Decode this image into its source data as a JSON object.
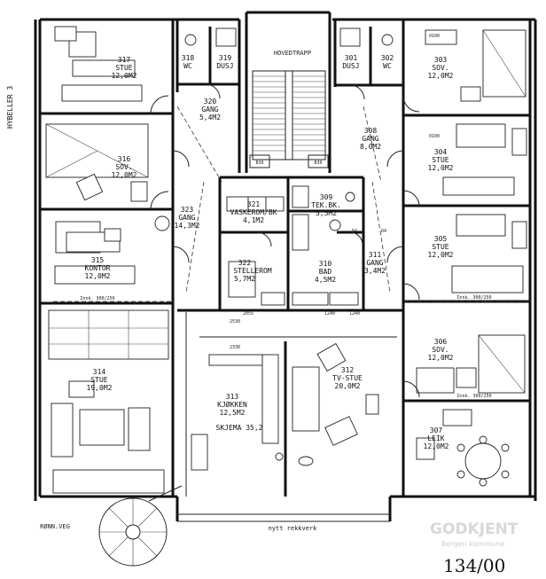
{
  "title": "HYBELLER 3",
  "stair_label": "HOVEDTRAPP",
  "street": "RØNN.VEG",
  "new_stair": "nytt rekkverk",
  "doc_number": "134/00",
  "stamp_text": "GODKJENT",
  "stamp_sub": "Bergen kommune",
  "rooms": [
    {
      "id": "317",
      "lines": [
        "317",
        "STUE",
        "12,0M2"
      ]
    },
    {
      "id": "318",
      "lines": [
        "318",
        "WC"
      ]
    },
    {
      "id": "319",
      "lines": [
        "319",
        "DUSJ"
      ]
    },
    {
      "id": "320",
      "lines": [
        "320",
        "GANG",
        "5,4M2"
      ]
    },
    {
      "id": "316",
      "lines": [
        "316",
        "SOV.",
        "12,0M2"
      ]
    },
    {
      "id": "323",
      "lines": [
        "323",
        "GANG",
        "14,3M2"
      ]
    },
    {
      "id": "321",
      "lines": [
        "321",
        "VASKEROM/BK",
        "4,1M2"
      ]
    },
    {
      "id": "322",
      "lines": [
        "322",
        "STELLEROM",
        "5,7M2"
      ]
    },
    {
      "id": "315",
      "lines": [
        "315",
        "KONTOR",
        "12,0M2"
      ]
    },
    {
      "id": "314",
      "lines": [
        "314",
        "STUE",
        "19,0M2"
      ]
    },
    {
      "id": "313",
      "lines": [
        "313",
        "KJØKKEN",
        "12,5M2"
      ]
    },
    {
      "id": "skjema",
      "lines": [
        "SKJEMA 35,2"
      ]
    },
    {
      "id": "312",
      "lines": [
        "312",
        "TV-STUE",
        "20,0M2"
      ]
    },
    {
      "id": "309",
      "lines": [
        "309",
        "TEK.BK.",
        "5,5M2"
      ]
    },
    {
      "id": "310",
      "lines": [
        "310",
        "BAD",
        "4,5M2"
      ]
    },
    {
      "id": "311",
      "lines": [
        "311",
        "GANG",
        "3,4M2"
      ]
    },
    {
      "id": "308",
      "lines": [
        "308",
        "GANG",
        "8,0M2"
      ]
    },
    {
      "id": "301",
      "lines": [
        "301",
        "DUSJ"
      ]
    },
    {
      "id": "302",
      "lines": [
        "302",
        "WC"
      ]
    },
    {
      "id": "303",
      "lines": [
        "303",
        "SOV.",
        "12,0M2"
      ]
    },
    {
      "id": "304",
      "lines": [
        "304",
        "STUE",
        "12,0M2"
      ]
    },
    {
      "id": "305",
      "lines": [
        "305",
        "STUE",
        "12,0M2"
      ]
    },
    {
      "id": "306",
      "lines": [
        "306",
        "SOV.",
        "12,0M2"
      ]
    },
    {
      "id": "307",
      "lines": [
        "307",
        "LEIK",
        "12,0M2"
      ]
    }
  ],
  "dims": [
    "2330",
    "2530",
    "2055",
    "1240",
    "1240",
    "B30",
    "B30",
    "D4",
    "D4",
    "0100",
    "0100",
    "Innk. 300/250",
    "Innk. 300/250",
    "Innk. 300/250"
  ],
  "colors": {
    "ink": "#111111",
    "paper": "#ffffff",
    "stamp": "#d8d8d8"
  }
}
